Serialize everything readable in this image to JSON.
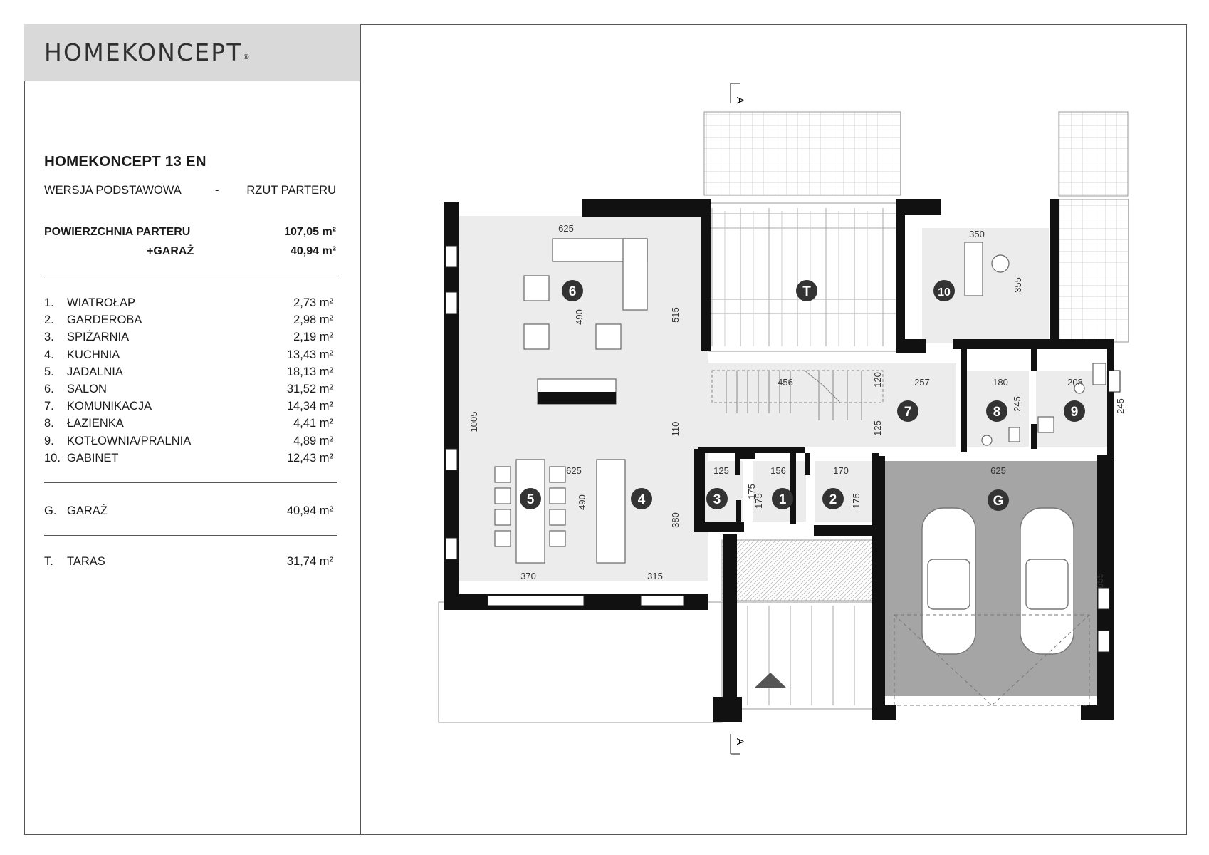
{
  "brand": {
    "logo": "HOMEKONCEPT",
    "registered": "®"
  },
  "project": {
    "title": "HOMEKONCEPT 13 EN",
    "version_left": "WERSJA  PODSTAWOWA",
    "version_sep": "-",
    "version_right": "RZUT PARTERU"
  },
  "summary": {
    "ground_label": "POWIERZCHNIA PARTERU",
    "ground_value": "107,05 m²",
    "garage_label": "+GARAŻ",
    "garage_value": "40,94 m²"
  },
  "rooms": [
    {
      "num": "1.",
      "name": "WIATROŁAP",
      "area": "2,73 m²"
    },
    {
      "num": "2.",
      "name": "GARDEROBA",
      "area": "2,98 m²"
    },
    {
      "num": "3.",
      "name": "SPIŻARNIA",
      "area": "2,19 m²"
    },
    {
      "num": "4.",
      "name": "KUCHNIA",
      "area": "13,43 m²"
    },
    {
      "num": "5.",
      "name": "JADALNIA",
      "area": "18,13 m²"
    },
    {
      "num": "6.",
      "name": "SALON",
      "area": "31,52 m²"
    },
    {
      "num": "7.",
      "name": "KOMUNIKACJA",
      "area": "14,34 m²"
    },
    {
      "num": "8.",
      "name": "ŁAZIENKA",
      "area": "4,41 m²"
    },
    {
      "num": "9.",
      "name": "KOTŁOWNIA/PRALNIA",
      "area": "4,89 m²"
    },
    {
      "num": "10.",
      "name": "GABINET",
      "area": "12,43 m²"
    }
  ],
  "garage": {
    "num": "G.",
    "name": "GARAŻ",
    "area": "40,94 m²"
  },
  "terrace": {
    "num": "T.",
    "name": "TARAS",
    "area": "31,74 m²"
  },
  "plan": {
    "section_mark": "A",
    "room_markers": [
      "1",
      "2",
      "3",
      "4",
      "5",
      "6",
      "7",
      "8",
      "9",
      "10",
      "G",
      "T"
    ],
    "dimensions": {
      "salon_width": "625",
      "salon_depth": "490",
      "salon_wall": "515",
      "living_total": "1005",
      "corridor_short": "110",
      "dining_width": "625",
      "dining_depth": "490",
      "kitchen_depth": "380",
      "dining_bottom": "370",
      "kitchen_bottom": "315",
      "stairs": "456",
      "stair_gap": "120",
      "corridor_width": "257",
      "corridor_depth": "125",
      "bath_width": "180",
      "bath_depth": "245",
      "boiler_width": "208",
      "boiler_depth": "245",
      "office_width": "350",
      "office_depth": "355",
      "pantry_width": "125",
      "pantry_depth": "175",
      "vestibule_width": "156",
      "vestibule_depth": "175",
      "wardrobe_width": "170",
      "wardrobe_depth": "175",
      "garage_width": "625",
      "garage_depth": "655"
    }
  }
}
